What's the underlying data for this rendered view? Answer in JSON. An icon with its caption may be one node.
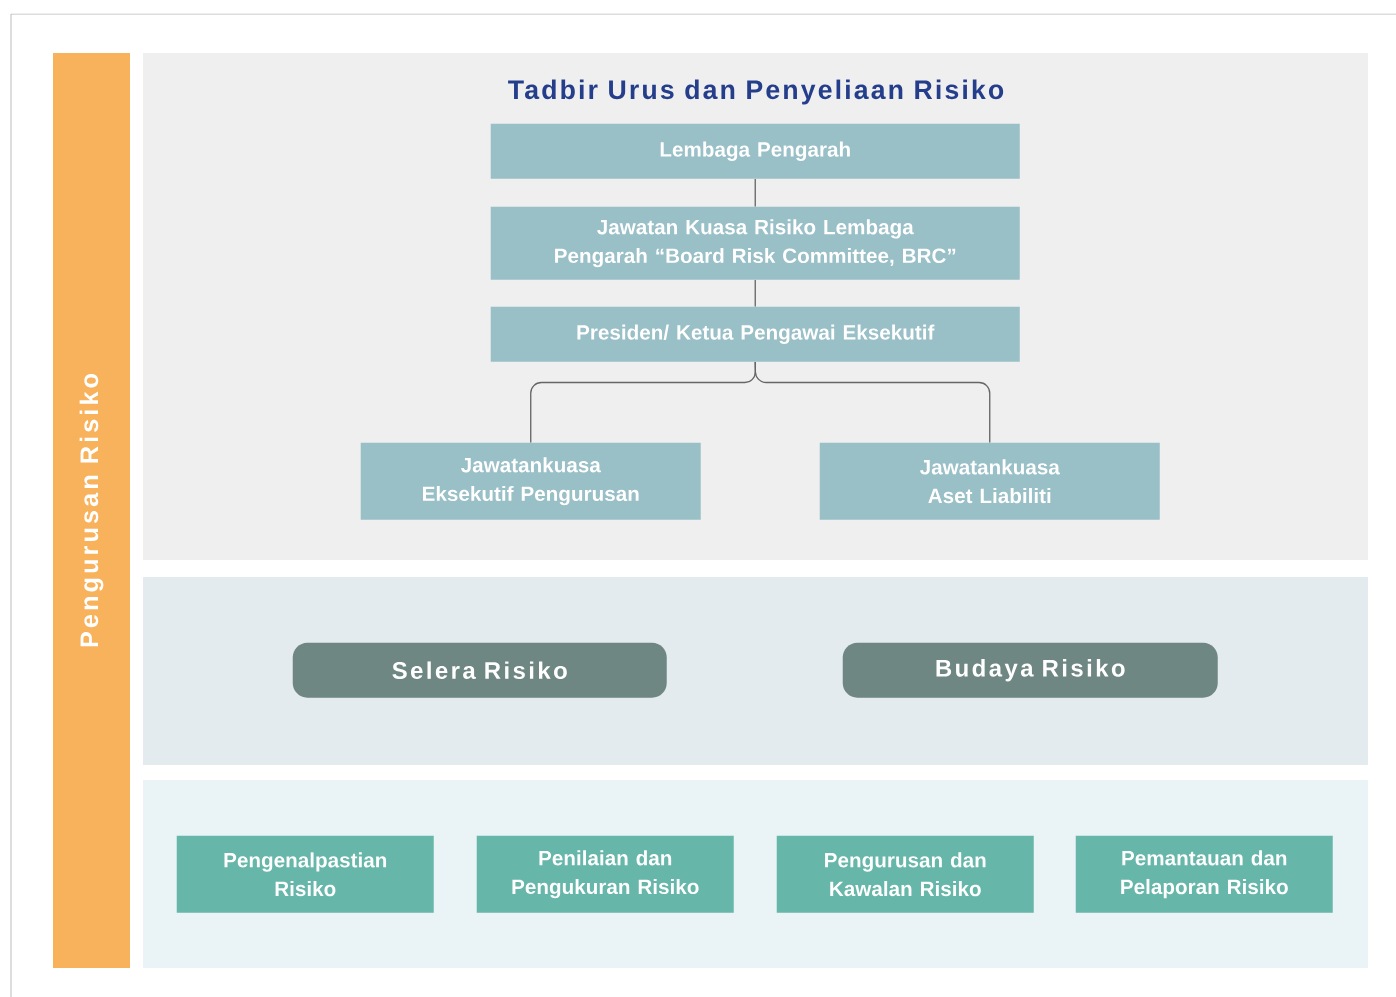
{
  "diagram": {
    "nodes": [
      {
        "text": [
          "Pengurusan Risiko"
        ]
      },
      {
        "text": [
          "Tadbir Urus dan Penyeliaan Risiko"
        ]
      },
      {
        "text": [
          "Lembaga Pengarah"
        ],
        "in": 1
      },
      {
        "text": [
          "Jawatan Kuasa Risiko Lembaga Pengarah “Board Risk Committee, BRC”"
        ],
        "in": 1
      },
      {
        "text": [
          "Presiden/ Ketua Pengawai Eksekutif"
        ],
        "in": 1
      },
      {
        "text": [
          "Jawatankuasa Eksekutif Pengurusan"
        ],
        "in": 1
      },
      {
        "text": [
          "Jawatankuasa Aset Liabiliti"
        ],
        "in": 1
      },
      {
        "text": [],
        "shape": "box"
      },
      {
        "text": [
          "Selera Risiko"
        ],
        "in": 7
      },
      {
        "text": [
          "Budaya Risiko"
        ],
        "in": 7
      },
      {
        "text": [],
        "shape": "box"
      },
      {
        "text": [
          "Pengenalpastian Risiko"
        ],
        "in": 10
      },
      {
        "text": [
          "Penilaian dan Pengukuran Risiko"
        ],
        "in": 10
      },
      {
        "text": [
          "Pengurusan dan Kawalan Risiko"
        ],
        "in": 10
      },
      {
        "text": [
          "Pemantauan dan Pelaporan Risiko"
        ],
        "in": 10
      }
    ],
    "edges": [
      {
        "from": 2,
        "to": 3,
        "arrow": "none"
      },
      {
        "from": 3,
        "to": 4,
        "arrow": "none"
      },
      {
        "from": 4,
        "to": 5,
        "arrow": "none"
      },
      {
        "from": 4,
        "to": 6,
        "arrow": "none"
      }
    ]
  }
}
